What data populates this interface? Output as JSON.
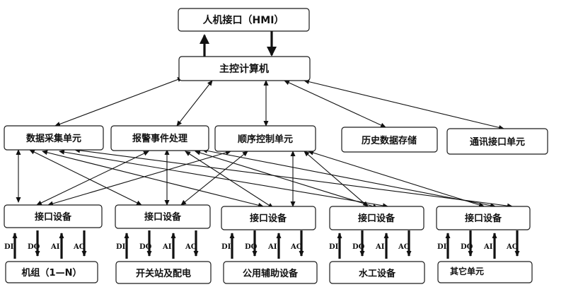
{
  "title_node": {
    "label": "人机接口（HMI）"
  },
  "main_node": {
    "label": "主控计算机"
  },
  "function_units": [
    {
      "label": "数据采集单元"
    },
    {
      "label": "报警事件处理"
    },
    {
      "label": "顺序控制单元"
    },
    {
      "label": "历史数据存储"
    },
    {
      "label": "通讯接口单元"
    }
  ],
  "interface_devices": [
    {
      "label": "接口设备"
    },
    {
      "label": "接口设备"
    },
    {
      "label": "接口设备"
    },
    {
      "label": "接口设备"
    },
    {
      "label": "接口设备"
    }
  ],
  "io_signals": [
    "DI",
    "DO",
    "AI",
    "AO"
  ],
  "field_units": [
    {
      "label": "机组（1—N）"
    },
    {
      "label": "开关站及配电"
    },
    {
      "label": "公用辅助设备"
    },
    {
      "label": "水工设备"
    },
    {
      "label": "其它单元"
    }
  ]
}
